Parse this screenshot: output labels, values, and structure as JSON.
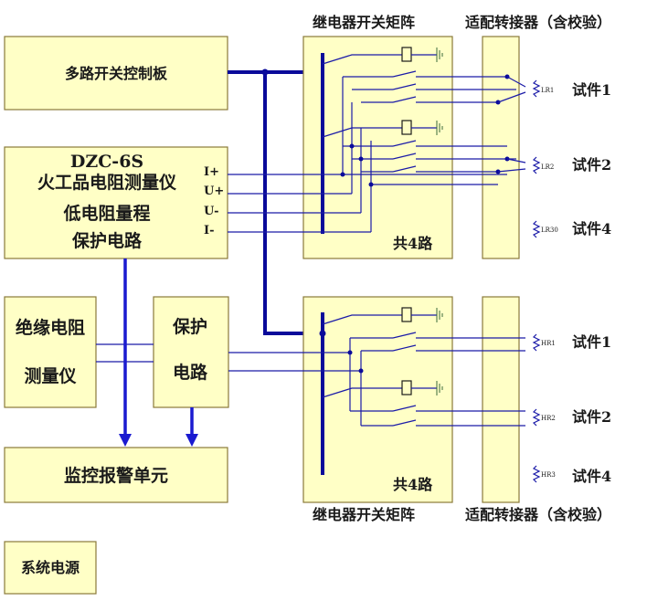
{
  "blocks": {
    "multi_switch": "多路开关控制板",
    "dzc_model": "DZC-6S",
    "dzc_line1": "火工品电阻测量仪",
    "dzc_line2": "低电阻量程",
    "dzc_line3": "保护电路",
    "terminals": [
      "I+",
      "U+",
      "U-",
      "I-"
    ],
    "insulation_line1": "绝缘电阻",
    "insulation_line2": "测量仪",
    "protect_line1": "保护",
    "protect_line2": "电路",
    "monitor": "监控报警单元",
    "power": "系统电源"
  },
  "matrix": {
    "title": "继电器开关矩阵",
    "channels": "共4路"
  },
  "adapter": {
    "title": "适配转接器（含校验）"
  },
  "upper_loads": [
    {
      "res": "LR1",
      "name": "试件1"
    },
    {
      "res": "LR2",
      "name": "试件2"
    },
    {
      "res": "LR30",
      "name": "试件4"
    }
  ],
  "lower_loads": [
    {
      "res": "HR1",
      "name": "试件1"
    },
    {
      "res": "HR2",
      "name": "试件2"
    },
    {
      "res": "HR3",
      "name": "试件4"
    }
  ]
}
